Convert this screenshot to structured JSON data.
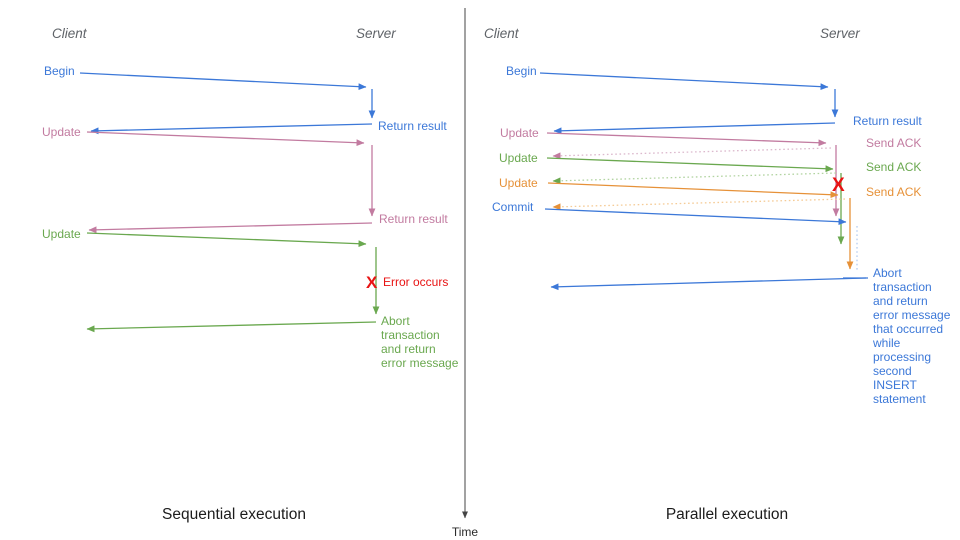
{
  "colors": {
    "blue": "#3c78d8",
    "pink": "#c27ba0",
    "green": "#6aa84f",
    "orange": "#e69138",
    "red": "#e81313",
    "header_gray": "#5f6368",
    "axis_gray": "#444444",
    "caption_black": "#1c1c1c"
  },
  "footer": {
    "sequential_caption": "Sequential execution",
    "parallel_caption": "Parallel execution",
    "time_label": "Time"
  },
  "sequential": {
    "headers": {
      "client": "Client",
      "server": "Server"
    },
    "msgs": {
      "begin": "Begin",
      "return1": "Return result",
      "update1": "Update",
      "return2": "Return result",
      "update2": "Update",
      "error_mark": "X",
      "error": "Error occurs",
      "abort": [
        "Abort",
        "transaction",
        "and return",
        "error message"
      ]
    }
  },
  "parallel": {
    "headers": {
      "client": "Client",
      "server": "Server"
    },
    "msgs": {
      "begin": "Begin",
      "return1": "Return result",
      "update1": "Update",
      "ack1": "Send ACK",
      "update2": "Update",
      "ack2": "Send ACK",
      "update3": "Update",
      "ack3": "Send ACK",
      "commit": "Commit",
      "error_mark": "X",
      "abort": [
        "Abort",
        "transaction",
        "and return",
        "error message",
        "that occurred",
        "while",
        "processing",
        "second",
        "INSERT",
        "statement"
      ]
    }
  }
}
